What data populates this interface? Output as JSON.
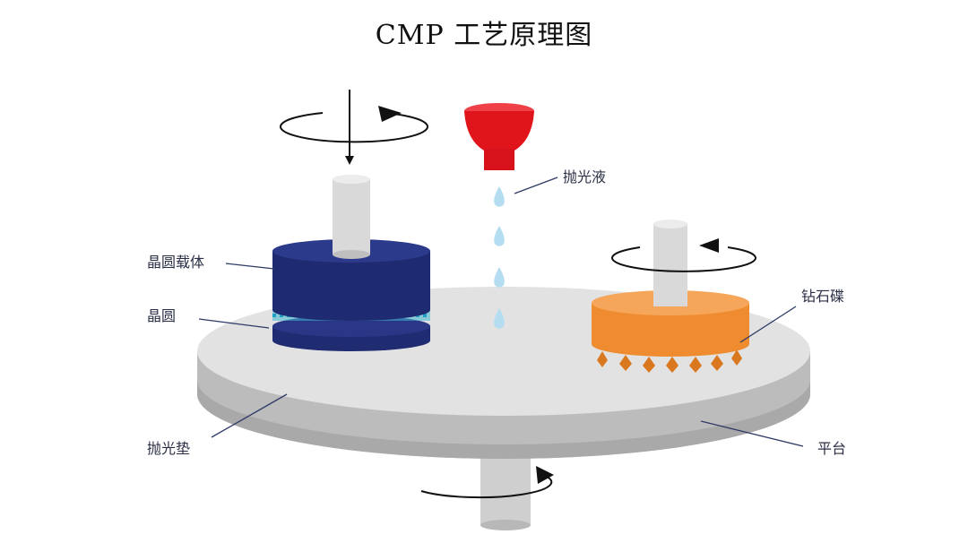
{
  "title": "CMP 工艺原理图",
  "labels": {
    "wafer_carrier": "晶圆载体",
    "wafer": "晶圆",
    "slurry": "抛光液",
    "pad_conditioner": "钻石碟",
    "polishing_pad": "抛光垫",
    "platen": "平台"
  },
  "colors": {
    "carrier": "#23307a",
    "wafer_dots": "#2fb7d6",
    "slurry_nozzle": "#e4141c",
    "slurry_drop": "#b9e0f3",
    "conditioner": "#f2913a",
    "diamond": "#d9781f",
    "pad_top": "#e4e4e4",
    "pad_side": "#bdbdbd",
    "shaft": "#d6d6d6"
  },
  "icons": [
    "rotation-arrow-icon",
    "down-arrow-icon"
  ]
}
